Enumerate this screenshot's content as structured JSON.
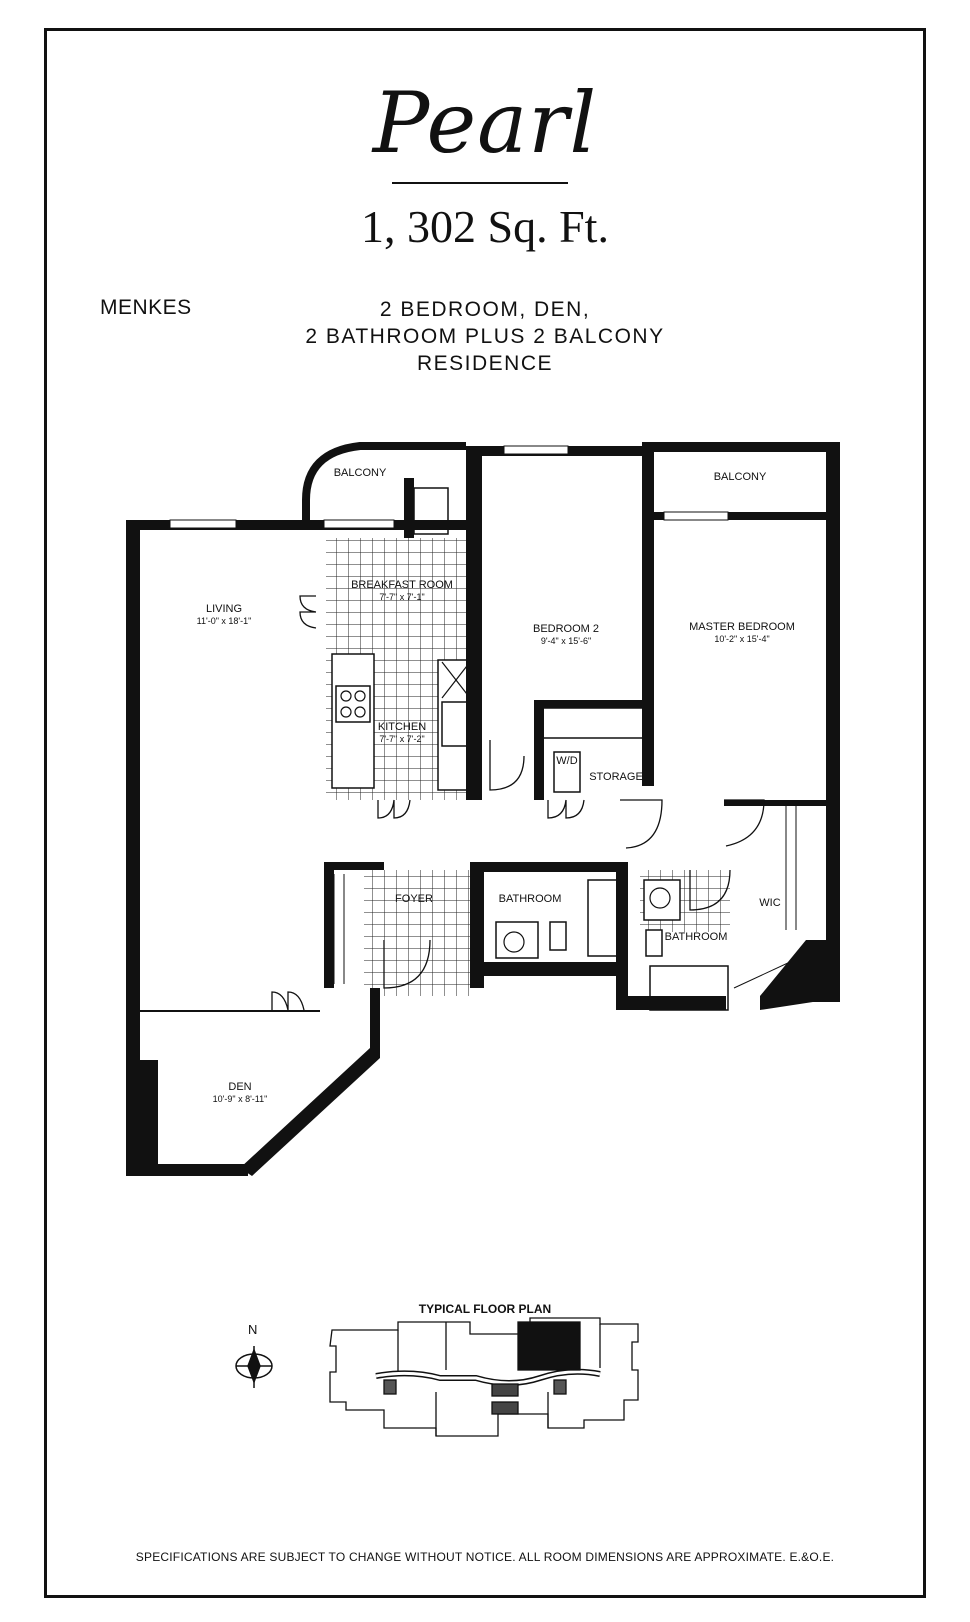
{
  "header": {
    "title": "Pearl",
    "area": "1, 302 Sq. Ft.",
    "brand": "MENKES",
    "description_lines": [
      "2 BEDROOM, DEN,",
      "2 BATHROOM PLUS 2 BALCONY",
      "RESIDENCE"
    ]
  },
  "rooms": {
    "balcony_left": "BALCONY",
    "balcony_right": "BALCONY",
    "breakfast": {
      "name": "BREAKFAST ROOM",
      "dims": "7'-7\" x 7'-1\""
    },
    "living": {
      "name": "LIVING",
      "dims": "11'-0\" x 18'-1\""
    },
    "kitchen": {
      "name": "KITCHEN",
      "dims": "7'-7\" x 7'-2\""
    },
    "bedroom2": {
      "name": "BEDROOM 2",
      "dims": "9'-4\" x 15'-6\""
    },
    "master": {
      "name": "MASTER BEDROOM",
      "dims": "10'-2\" x 15'-4\""
    },
    "wd": "W/D",
    "storage": "STORAGE",
    "foyer": "FOYER",
    "bathroom1": "BATHROOM",
    "bathroom2": "BATHROOM",
    "wic": "WIC",
    "den": {
      "name": "DEN",
      "dims": "10'-9\" x 8'-11\""
    }
  },
  "keyplan": {
    "title": "TYPICAL FLOOR PLAN",
    "north": "N"
  },
  "footer": {
    "disclaimer": "SPECIFICATIONS ARE SUBJECT TO CHANGE WITHOUT NOTICE. ALL ROOM DIMENSIONS ARE APPROXIMATE. E.&O.E."
  }
}
